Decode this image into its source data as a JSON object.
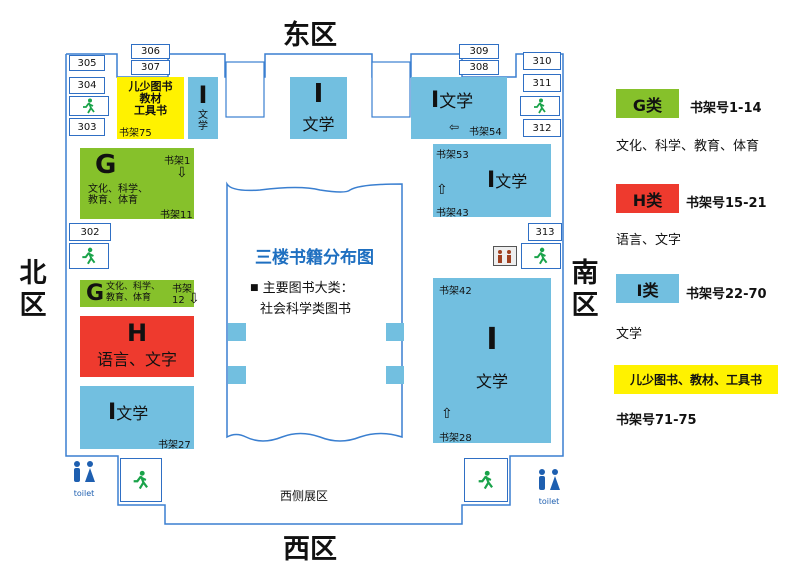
{
  "directions": {
    "east": "东区",
    "west": "西区",
    "north": "北区",
    "south": "南区"
  },
  "rooms": [
    "305",
    "306",
    "307",
    "304",
    "303",
    "302",
    "309",
    "308",
    "310",
    "311",
    "312",
    "313"
  ],
  "title": "三楼书籍分布图",
  "main_category_label": "主要图书大类：",
  "main_category_value": "社会科学类图书",
  "west_exhibit": "西侧展区",
  "toilet_label": "toilet",
  "sections": {
    "yellow_tl": {
      "line1": "儿少图书",
      "line2": "教材",
      "line3": "工具书",
      "shelf": "书架75"
    },
    "i_vertical": {
      "letter": "I",
      "text": "文学"
    },
    "i_top_center": {
      "letter": "I",
      "text": "文学"
    },
    "i_top_right": {
      "letter": "I",
      "text": "文学",
      "shelf": "书架54"
    },
    "g_left": {
      "letter": "G",
      "desc1": "文化、科学、",
      "desc2": "教育、体育",
      "shelf_top": "书架1",
      "shelf_bottom": "书架11"
    },
    "g_left_small": {
      "letter": "G",
      "desc1": "文化、科学、",
      "desc2": "教育、体育",
      "shelf": "书架12"
    },
    "h_left": {
      "letter": "H",
      "desc": "语言、文字"
    },
    "i_left_bottom": {
      "letter": "I",
      "text": "文学",
      "shelf": "书架27"
    },
    "i_right_mid": {
      "letter": "I",
      "text": "文学",
      "shelf_top": "书架53",
      "shelf_bottom": "书架43"
    },
    "i_right_big": {
      "letter": "I",
      "text": "文学",
      "shelf_top": "书架42",
      "shelf_bottom": "书架28"
    }
  },
  "legend": [
    {
      "code": "G类",
      "range": "书架号1-14",
      "desc": "文化、科学、教育、体育",
      "color": "#86c12b"
    },
    {
      "code": "H类",
      "range": "书架号15-21",
      "desc": "语言、文字",
      "color": "#ee3a2e"
    },
    {
      "code": "I类",
      "range": "书架号22-70",
      "desc": "文学",
      "color": "#72bfe0"
    },
    {
      "code": "儿少图书、教材、工具书",
      "range": "书架号71-75",
      "desc": "",
      "color": "#fff200"
    }
  ],
  "icons": [
    "emergency-exit-icon",
    "toilet-icon",
    "arrow-icon",
    "elevator-icon"
  ]
}
